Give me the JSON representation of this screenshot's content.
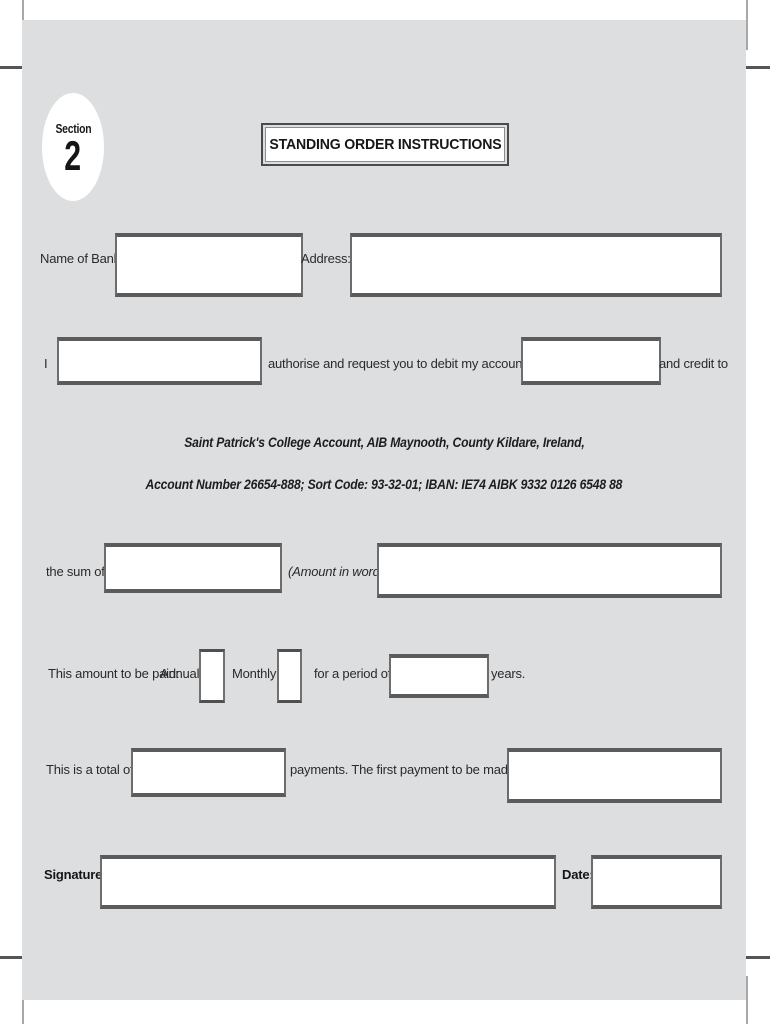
{
  "document": {
    "section_word": "Section",
    "section_number": "2",
    "title": "STANDING ORDER INSTRUCTIONS"
  },
  "bank_row": {
    "name_label": "Name of Bank:",
    "name_value": "",
    "address_label": "Address:",
    "address_value": ""
  },
  "authorise_row": {
    "lead_label": "I",
    "name_value": "",
    "mid_text": "authorise and request you to debit my account, Number:",
    "account_value": "",
    "tail_text": "and credit to"
  },
  "payee_details": {
    "line1": "Saint Patrick's College Account, AIB Maynooth, County Kildare, Ireland,",
    "line2": "Account Number 26654-888; Sort Code: 93-32-01; IBAN: IE74 AIBK 9332 0126 6548 88"
  },
  "sum_row": {
    "label": "the sum of",
    "amount_value": "",
    "words_hint": "(Amount in words)",
    "words_value": ""
  },
  "frequency_row": {
    "label": "This amount to be paid:",
    "annually_label": "Annually",
    "annually_checked": "",
    "monthly_label": "Monthly",
    "monthly_checked": "",
    "period_label": "for a period of",
    "period_value": "",
    "years_label": "years."
  },
  "total_row": {
    "label": "This is a total of:",
    "total_value": "",
    "payments_text": "payments. The first payment to be made on date:",
    "first_payment_value": ""
  },
  "signature_row": {
    "signature_label": "Signature:",
    "signature_value": "",
    "date_label": "Date:",
    "date_value": ""
  },
  "colors": {
    "panel": "#dddedf",
    "box_border": "#5b5b5b",
    "text": "#2a2a2a"
  }
}
